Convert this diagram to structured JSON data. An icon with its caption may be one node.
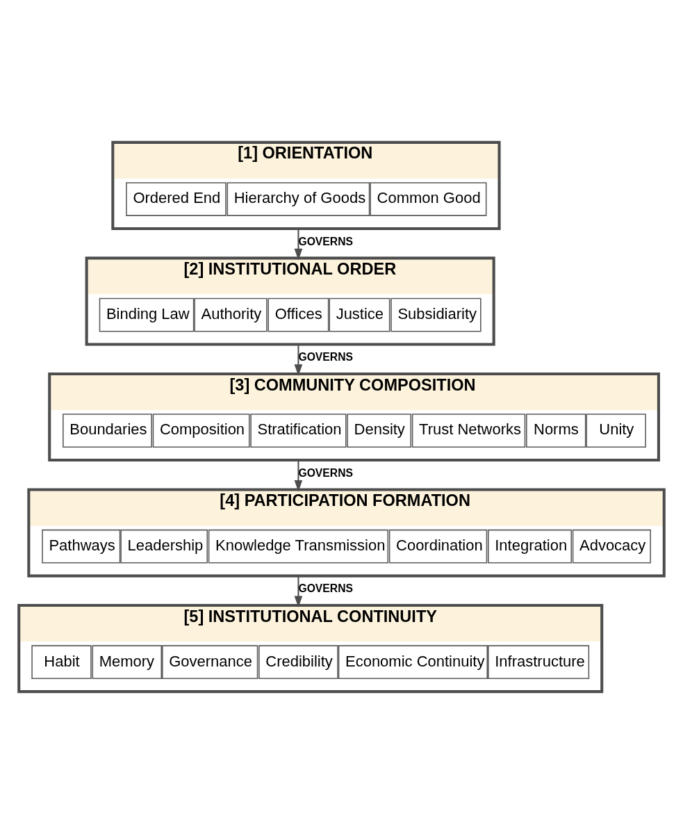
{
  "diagram": {
    "nodes": [
      {
        "text": [
          "[1] ORIENTATION"
        ]
      },
      {
        "text": [
          "Ordered End"
        ],
        "in": 0
      },
      {
        "text": [
          "Hierarchy of Goods"
        ],
        "in": 0
      },
      {
        "text": [
          "Common Good"
        ],
        "in": 0
      },
      {
        "text": [
          "[2] INSTITUTIONAL ORDER"
        ]
      },
      {
        "text": [
          "Binding Law"
        ],
        "in": 4
      },
      {
        "text": [
          "Authority"
        ],
        "in": 4
      },
      {
        "text": [
          "Offices"
        ],
        "in": 4
      },
      {
        "text": [
          "Justice"
        ],
        "in": 4
      },
      {
        "text": [
          "Subsidiarity"
        ],
        "in": 4
      },
      {
        "text": [
          "[3] COMMUNITY COMPOSITION"
        ]
      },
      {
        "text": [
          "Boundaries"
        ],
        "in": 10
      },
      {
        "text": [
          "Composition"
        ],
        "in": 10
      },
      {
        "text": [
          "Stratification"
        ],
        "in": 10
      },
      {
        "text": [
          "Density"
        ],
        "in": 10
      },
      {
        "text": [
          "Trust Networks"
        ],
        "in": 10
      },
      {
        "text": [
          "Norms"
        ],
        "in": 10
      },
      {
        "text": [
          "Unity"
        ],
        "in": 10
      },
      {
        "text": [
          "[4] PARTICIPATION FORMATION"
        ]
      },
      {
        "text": [
          "Pathways"
        ],
        "in": 18
      },
      {
        "text": [
          "Leadership"
        ],
        "in": 18
      },
      {
        "text": [
          "Knowledge Transmission"
        ],
        "in": 18
      },
      {
        "text": [
          "Coordination"
        ],
        "in": 18
      },
      {
        "text": [
          "Integration"
        ],
        "in": 18
      },
      {
        "text": [
          "Advocacy"
        ],
        "in": 18
      },
      {
        "text": [
          "[5] INSTITUTIONAL CONTINUITY"
        ]
      },
      {
        "text": [
          "Habit"
        ],
        "in": 25
      },
      {
        "text": [
          "Memory"
        ],
        "in": 25
      },
      {
        "text": [
          "Governance"
        ],
        "in": 25
      },
      {
        "text": [
          "Credibility"
        ],
        "in": 25
      },
      {
        "text": [
          "Economic Continuity"
        ],
        "in": 25
      },
      {
        "text": [
          "Infrastructure"
        ],
        "in": 25
      }
    ],
    "edges": [
      {
        "from": 0,
        "to": 4,
        "arrow": "to",
        "label": "GOVERNS"
      },
      {
        "from": 4,
        "to": 10,
        "arrow": "to",
        "label": "GOVERNS"
      },
      {
        "from": 10,
        "to": 18,
        "arrow": "to",
        "label": "GOVERNS"
      },
      {
        "from": 18,
        "to": 25,
        "arrow": "to",
        "label": "GOVERNS"
      }
    ]
  }
}
